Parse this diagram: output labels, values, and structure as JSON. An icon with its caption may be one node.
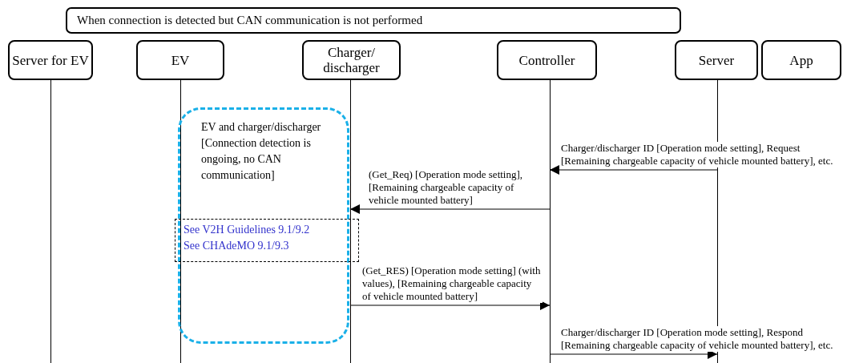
{
  "diagram": {
    "nodes": [
      {
        "text": [
          "When connection is detected but CAN communication is not performed"
        ]
      },
      {
        "text": [
          "Server for EV"
        ]
      },
      {
        "text": [
          "EV"
        ]
      },
      {
        "text": [
          "Charger/ discharger"
        ]
      },
      {
        "text": [
          "Controller"
        ]
      },
      {
        "text": [
          "Server"
        ]
      },
      {
        "text": [
          "App"
        ]
      },
      {
        "text": [
          "EV and charger/discharger [Connection detection is ongoing, no CAN communication]"
        ]
      },
      {
        "text": [
          "See V2H Guidelines 9.1/9.2",
          "See CHAdeMO 9.1/9.3"
        ]
      }
    ],
    "edges": [
      {
        "from": 5,
        "to": 4,
        "arrow": "to",
        "label": "Charger/discharger ID [Operation mode setting], Request [Remaining chargeable capacity of vehicle mounted battery], etc."
      },
      {
        "from": 4,
        "to": 3,
        "arrow": "to",
        "label": "(Get_Req) [Operation mode setting], [Remaining chargeable capacity of vehicle mounted battery]"
      },
      {
        "from": 3,
        "to": 4,
        "arrow": "to",
        "label": "(Get_RES) [Operation mode setting] (with values), [Remaining chargeable capacity of vehicle mounted battery]"
      },
      {
        "from": 4,
        "to": 5,
        "arrow": "to",
        "label": "Charger/discharger ID [Operation mode setting], Respond [Remaining chargeable capacity of vehicle mounted battery], etc."
      }
    ]
  }
}
